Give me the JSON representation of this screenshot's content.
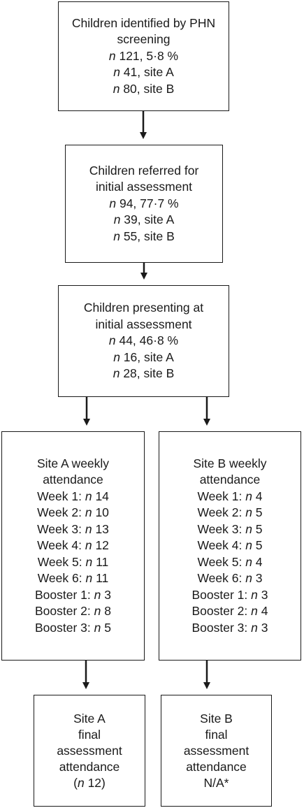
{
  "boxes": {
    "screening": {
      "lines": [
        "Children identified by PHN",
        "screening"
      ],
      "stats": [
        {
          "n": "n",
          "rest": " 121, 5·8 %"
        },
        {
          "n": "n",
          "rest": " 41, site A"
        },
        {
          "n": "n",
          "rest": " 80, site B"
        }
      ]
    },
    "referred": {
      "lines": [
        "Children referred for",
        "initial assessment"
      ],
      "stats": [
        {
          "n": "n",
          "rest": " 94, 77·7 %"
        },
        {
          "n": "n",
          "rest": " 39, site A"
        },
        {
          "n": "n",
          "rest": " 55, site B"
        }
      ]
    },
    "presenting": {
      "lines": [
        "Children presenting at",
        "initial assessment"
      ],
      "stats": [
        {
          "n": "n",
          "rest": " 44, 46·8 %"
        },
        {
          "n": "n",
          "rest": " 16, site A"
        },
        {
          "n": "n",
          "rest": " 28, site B"
        }
      ]
    },
    "site_a_weekly": {
      "lines": [
        "Site A weekly",
        "attendance"
      ],
      "stats": [
        {
          "label": "Week 1: ",
          "n": "n",
          "rest": " 14"
        },
        {
          "label": "Week 2: ",
          "n": "n",
          "rest": " 10"
        },
        {
          "label": "Week 3: ",
          "n": "n",
          "rest": " 13"
        },
        {
          "label": "Week 4: ",
          "n": "n",
          "rest": " 12"
        },
        {
          "label": "Week 5: ",
          "n": "n",
          "rest": " 11"
        },
        {
          "label": "Week 6: ",
          "n": "n",
          "rest": " 11"
        },
        {
          "label": "Booster 1: ",
          "n": "n",
          "rest": " 3"
        },
        {
          "label": "Booster 2: ",
          "n": "n",
          "rest": " 8"
        },
        {
          "label": "Booster 3: ",
          "n": "n",
          "rest": " 5"
        }
      ]
    },
    "site_b_weekly": {
      "lines": [
        "Site B weekly",
        "attendance"
      ],
      "stats": [
        {
          "label": "Week 1: ",
          "n": "n",
          "rest": " 4"
        },
        {
          "label": "Week 2: ",
          "n": "n",
          "rest": " 5"
        },
        {
          "label": "Week 3: ",
          "n": "n",
          "rest": " 5"
        },
        {
          "label": "Week 4: ",
          "n": "n",
          "rest": " 5"
        },
        {
          "label": "Week 5: ",
          "n": "n",
          "rest": " 4"
        },
        {
          "label": "Week 6: ",
          "n": "n",
          "rest": " 3"
        },
        {
          "label": "Booster 1: ",
          "n": "n",
          "rest": " 3"
        },
        {
          "label": "Booster 2: ",
          "n": "n",
          "rest": " 4"
        },
        {
          "label": "Booster 3: ",
          "n": "n",
          "rest": " 3"
        }
      ]
    },
    "site_a_final": {
      "lines": [
        "Site A",
        "final",
        "assessment",
        "attendance"
      ],
      "final_stat": {
        "pre": "(",
        "n": "n",
        "rest": " 12)"
      }
    },
    "site_b_final": {
      "lines": [
        "Site B",
        "final",
        "assessment",
        "attendance",
        "N/A*"
      ]
    }
  }
}
